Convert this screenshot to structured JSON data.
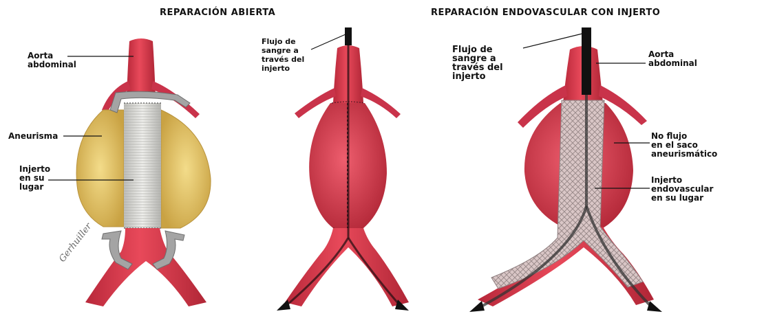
{
  "titles": {
    "open": "REPARACIÓN ABIERTA",
    "endo": "REPARACIÓN ENDOVASCULAR CON INJERTO"
  },
  "labels": {
    "aorta_left": "Aorta\nabdominal",
    "aneurisma": "Aneurisma",
    "injerto_left": "Injerto\nen su\nlugar",
    "flujo_mid": "Flujo de\nsangre a\ntravés del\ninjerto",
    "flujo_right": "Flujo de\nsangre a\ntravés del\ninjerto",
    "aorta_right": "Aorta\nabdominal",
    "no_flujo": "No flujo\nen el saco\naneurismático",
    "injerto_endo": "Injerto\nendovascular\nen su lugar"
  },
  "signature": "Gerhuiller",
  "colors": {
    "vessel": "#d83a4a",
    "vessel_dark": "#a52434",
    "sac": "#e7c867",
    "graft": "#d9d9d6",
    "clamp": "#9a9a9a"
  }
}
